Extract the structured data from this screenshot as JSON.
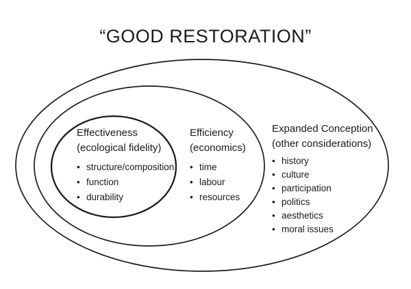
{
  "title": "“GOOD RESTORATION”",
  "groups": [
    {
      "heading": "Effectiveness",
      "subheading": "(ecological fidelity)",
      "items": [
        "structure/composition",
        "function",
        "durability"
      ]
    },
    {
      "heading": "Efficiency",
      "subheading": "(economics)",
      "items": [
        "time",
        "labour",
        "resources"
      ]
    },
    {
      "heading": "Expanded Conception",
      "subheading": "(other considerations)",
      "items": [
        "history",
        "culture",
        "participation",
        "politics",
        "aesthetics",
        "moral issues"
      ]
    }
  ],
  "bullet_glyph": "•",
  "colors": {
    "line": "#1a1a1a",
    "text": "#1a1a1a",
    "background": "#ffffff"
  }
}
